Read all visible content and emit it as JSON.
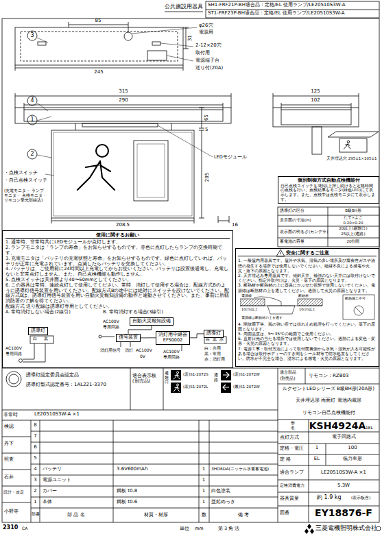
{
  "diagram": {
    "nodes": [
      {
        "text": [
          "個別制御方式自動点検機能付",
          "自己点検スイッチを3秒以上押し続けると定格時間の点検を行い、点検結果をモニタ(緑色LED)にて表示します。また、点検中は点検モニタにて表示します。"
        ]
      },
      {
        "text": [
          "使用に関するお願い",
          "1. 通常時、非常時共にLEDモジュールが点灯します。",
          "2. ランプモニタは「ランプの寿命」をお知らせするものです。赤色に点灯したらランプの交換時期です。",
          "3. 充電モニタは「バッテリの充電状態と寿命」をお知らせするものです。緑色に点灯していれば、バッテリが正常に充電されています。点滅したらバッテリを交換してください。",
          "4. バッテリは、ご使用前に24時間以上充電してからお使いください。バッテリは設置後通電し、充電しないと非常点灯しません。また、自己点検機能も動作しません。",
          "5. 点検スイッチは天井面より40〜50mmとしてください。",
          "6. この器具は常時、連続点灯して使用してください。常時、消灯して使用する場合は、配線方式Bのように誘導灯信号装置を用いてください。配線方式Bの途中には絶対にスイッチを設けないでください。配線方式Bは、誘導灯用信号装置を用い自動火災報知設備の動作と連動させてください。また、事前に所轄消防署の了解を得てください。",
          "配線方式 送り配線は誘導灯専用としてください。"
        ]
      },
      {
        "text": [
          "誘導灯"
        ],
        "in": 1
      },
      {
        "text": [
          "自動火災報知設備"
        ],
        "in": 1
      },
      {
        "text": [
          "信号装置"
        ],
        "in": 1
      },
      {
        "text": [
          "消灯用中継器",
          "EFS0002"
        ],
        "in": 1
      },
      {
        "text": [
          "誘導灯"
        ],
        "in": 1
      },
      {
        "text": [
          "安全に関するご注意",
          "1. 一般屋内用器具です。屋外や水気、湿気の多い場所及び腐食性ガスや油煙の発生する場所では使用しないでください。絶縁不良による感電や火災・落下の原因となります。",
          "2. 天井埋込み専用器具です。傾斜天井、補強のない天井には取付けないでください。指定外取付けは、火災・落下の原因となります。",
          "3. 断熱材や断熱材の上に器具にかぶせた状態で使用しないでください。電源線は断熱材の上を通してください。過熱して火災の原因となります。",
          "4. 開放廊下等、風の強い所では揺れ止め処理を行ってください。落下の原因となります。",
          "5. 周囲温度は、5〜35℃の範囲でご使用ください。",
          "6. 直射日光の当たる場所では使用しないでください。過熱による変色・変形・火災の原因となります。",
          "7. 電源工事・取付方法によって取付面裏側から水気・湿気が入る可能性がある場合は取付ボディーのすき間をシール材等で防水処置をしてください。防水が不完全な場合、浸水による感電・火災の原因となります。"
        ]
      }
    ],
    "edges": [
      {
        "from": 3,
        "to": 4,
        "arrow": "none"
      },
      {
        "from": 4,
        "to": 5,
        "arrow": "none"
      },
      {
        "from": 5,
        "to": 6,
        "arrow": "none"
      }
    ],
    "labels": [
      "公共施設用器具",
      "SH1-FRF21P-BH適合品：定格/EL 使用ランプ/LE20510S3W-A",
      "ST1-FRF23P-BH適合品：定格/EL 使用ランプ/LE20510S3W-A",
      "3",
      "85",
      "φ26穴",
      "電源用",
      "31",
      "2-12×20穴",
      "取付用",
      "電源端子台",
      "送り付(20A)",
      "245",
      "315",
      "290",
      "4",
      "1",
      "65",
      "5",
      "LEDモジュール",
      "2",
      "205",
      "・点検スイッチ",
      "・自己点検スイッチ",
      "(充電モニタ・ ランプモニタ・ 点検モニタ・ リモコン受光部組込)",
      "208.5",
      "16",
      "125",
      "102",
      "天井埋込穴 295±1×105±1",
      "誘導灯の区分",
      "B級BH形",
      "表示面の寸法(m)",
      "たて×よこ",
      "0.20×0.20",
      "表示面の明るさ(カンデラ)",
      "20以上(避難口)",
      "25以上(通路)",
      "蓄電池の容量",
      "20分間",
      "A. 常時消灯しない場合(2線引)",
      "B. 常時消灯する場合(3線引)",
      "AC100V",
      "専用回路",
      "白",
      "黒",
      "AC100V",
      "専用回路",
      "白",
      "黒",
      "赤",
      "消灯用信号",
      "消灯",
      "AC100V",
      "0V",
      "AC100V",
      "専用回路",
      "白：共用",
      "黒：常用",
      "赤：消灯用",
      "誘導灯認定委員会認定品",
      "誘導灯型式認定番号：1AL221-3370",
      "適合表示板(別売品)",
      "避難口",
      "(表)S1-2072S",
      "(表)S1-2072L",
      "通路",
      "(表)S1-2072W",
      "(裏)S1-2072W",
      "適合部品",
      "(別売品)",
      "リモコン：RZB03",
      "ルクセントLEDシリーズ B級BH形(20A形)",
      "天井埋込形 両面灯 電池内蔵形",
      "リモコン自己点検機能付",
      "形名",
      "KSH4924A",
      "1EL",
      "点灯方式",
      "電子回路式",
      "定格・電圧",
      "1",
      "100",
      "定 格",
      "EL",
      "低力率形",
      "適合ランプ",
      "LE20510S3W-A ×1",
      "定格消費電力",
      "5.3W",
      "器具質量",
      "約 1.9 kg",
      "(表示板含)",
      "図番",
      "EY18876-F",
      "三菱電機照明株式会社",
      "単位",
      "mm",
      "第 3 角 法",
      "2310",
      "CA",
      "非常時",
      "LE20510S3W-A ×1",
      "8",
      "7",
      "6",
      "5",
      "4",
      "3",
      "2",
      "1",
      "バッテリ",
      "3.6V600mAh",
      "1",
      "3HO6DA(ニッケル水素蓄電池)",
      "電源ユニット",
      "1",
      "カバー",
      "鋼板 t0.8",
      "1",
      "白色塗装",
      "本体",
      "鋼板 t0.6",
      "1",
      "亜鉛めっき",
      "部番",
      "部 品 名",
      "材質・材厚",
      "数",
      "備 考",
      "検認",
      "丹下",
      "照査",
      "石井",
      "設計・改定",
      "小野寺",
      "電源線",
      "断熱材",
      "10cm以上",
      "10cm以上",
      "電源線は断熱材の上を通す",
      "断熱施工不可"
    ]
  }
}
